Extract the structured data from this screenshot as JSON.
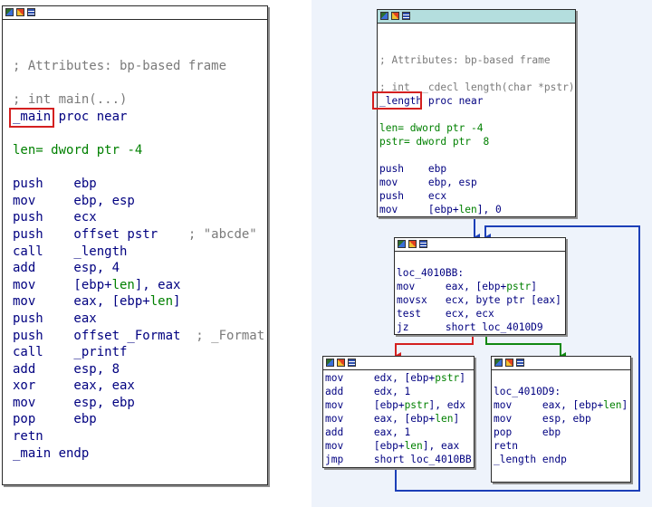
{
  "left_listing": {
    "lines": [
      [
        {
          "t": "; Attributes: bp-based frame",
          "c": "cmt"
        }
      ],
      [],
      [
        {
          "t": "; int main(...)",
          "c": "cmt"
        }
      ],
      [
        {
          "t": "_main",
          "c": "lbl"
        },
        {
          "t": " proc near",
          "c": "op"
        }
      ],
      [],
      [
        {
          "t": "len",
          "c": "var"
        },
        {
          "t": "= dword ptr -4",
          "c": "num"
        }
      ],
      [],
      [
        {
          "t": "push    ebp",
          "c": "op"
        }
      ],
      [
        {
          "t": "mov     ebp, esp",
          "c": "op"
        }
      ],
      [
        {
          "t": "push    ecx",
          "c": "op"
        }
      ],
      [
        {
          "t": "push    offset pstr",
          "c": "op"
        },
        {
          "t": "    ; \"abcde\"",
          "c": "cmt"
        }
      ],
      [
        {
          "t": "call    _length",
          "c": "op"
        }
      ],
      [
        {
          "t": "add     esp, 4",
          "c": "op"
        }
      ],
      [
        {
          "t": "mov     [ebp+",
          "c": "op"
        },
        {
          "t": "len",
          "c": "var"
        },
        {
          "t": "], eax",
          "c": "op"
        }
      ],
      [
        {
          "t": "mov     eax, [ebp+",
          "c": "op"
        },
        {
          "t": "len",
          "c": "var"
        },
        {
          "t": "]",
          "c": "op"
        }
      ],
      [
        {
          "t": "push    eax",
          "c": "op"
        }
      ],
      [
        {
          "t": "push    offset _Format",
          "c": "op"
        },
        {
          "t": "  ; _Format",
          "c": "cmt"
        }
      ],
      [
        {
          "t": "call    _printf",
          "c": "op"
        }
      ],
      [
        {
          "t": "add     esp, 8",
          "c": "op"
        }
      ],
      [
        {
          "t": "xor     eax, eax",
          "c": "op"
        }
      ],
      [
        {
          "t": "mov     esp, ebp",
          "c": "op"
        }
      ],
      [
        {
          "t": "pop     ebp",
          "c": "op"
        }
      ],
      [
        {
          "t": "retn",
          "c": "op"
        }
      ],
      [
        {
          "t": "_main endp",
          "c": "op"
        }
      ]
    ]
  },
  "graph_blocks": {
    "entry": {
      "lines": [
        [
          {
            "t": "; Attributes: bp-based frame",
            "c": "cmt"
          }
        ],
        [],
        [
          {
            "t": "; int __cdecl length(char *pstr)",
            "c": "cmt"
          }
        ],
        [
          {
            "t": "_length",
            "c": "lbl"
          },
          {
            "t": " proc near",
            "c": "op"
          }
        ],
        [],
        [
          {
            "t": "len",
            "c": "var"
          },
          {
            "t": "= dword ptr -4",
            "c": "num"
          }
        ],
        [
          {
            "t": "pstr",
            "c": "var"
          },
          {
            "t": "= dword ptr  8",
            "c": "num"
          }
        ],
        [],
        [
          {
            "t": "push    ebp",
            "c": "op"
          }
        ],
        [
          {
            "t": "mov     ebp, esp",
            "c": "op"
          }
        ],
        [
          {
            "t": "push    ecx",
            "c": "op"
          }
        ],
        [
          {
            "t": "mov     [ebp+",
            "c": "op"
          },
          {
            "t": "len",
            "c": "var"
          },
          {
            "t": "], 0",
            "c": "op"
          }
        ]
      ]
    },
    "loop": {
      "lines": [
        [],
        [
          {
            "t": "loc_4010BB:",
            "c": "op"
          }
        ],
        [
          {
            "t": "mov     eax, [ebp+",
            "c": "op"
          },
          {
            "t": "pstr",
            "c": "var"
          },
          {
            "t": "]",
            "c": "op"
          }
        ],
        [
          {
            "t": "movsx   ecx, byte ptr [eax]",
            "c": "op"
          }
        ],
        [
          {
            "t": "test    ecx, ecx",
            "c": "op"
          }
        ],
        [
          {
            "t": "jz      short loc_4010D9",
            "c": "op"
          }
        ]
      ]
    },
    "body": {
      "lines": [
        [
          {
            "t": "mov     edx, [ebp+",
            "c": "op"
          },
          {
            "t": "pstr",
            "c": "var"
          },
          {
            "t": "]",
            "c": "op"
          }
        ],
        [
          {
            "t": "add     edx, 1",
            "c": "op"
          }
        ],
        [
          {
            "t": "mov     [ebp+",
            "c": "op"
          },
          {
            "t": "pstr",
            "c": "var"
          },
          {
            "t": "], edx",
            "c": "op"
          }
        ],
        [
          {
            "t": "mov     eax, [ebp+",
            "c": "op"
          },
          {
            "t": "len",
            "c": "var"
          },
          {
            "t": "]",
            "c": "op"
          }
        ],
        [
          {
            "t": "add     eax, 1",
            "c": "op"
          }
        ],
        [
          {
            "t": "mov     [ebp+",
            "c": "op"
          },
          {
            "t": "len",
            "c": "var"
          },
          {
            "t": "], eax",
            "c": "op"
          }
        ],
        [
          {
            "t": "jmp     short loc_4010BB",
            "c": "op"
          }
        ]
      ]
    },
    "exit": {
      "lines": [
        [],
        [
          {
            "t": "loc_4010D9:",
            "c": "op"
          }
        ],
        [
          {
            "t": "mov     eax, [ebp+",
            "c": "op"
          },
          {
            "t": "len",
            "c": "var"
          },
          {
            "t": "]",
            "c": "op"
          }
        ],
        [
          {
            "t": "mov     esp, ebp",
            "c": "op"
          }
        ],
        [
          {
            "t": "pop     ebp",
            "c": "op"
          }
        ],
        [
          {
            "t": "retn",
            "c": "op"
          }
        ],
        [
          {
            "t": "_length endp",
            "c": "op"
          }
        ]
      ]
    }
  },
  "icons": [
    "graph-icon",
    "edit-icon",
    "text-view-icon"
  ],
  "colors": {
    "instruction": "#000080",
    "comment": "#7a7a7a",
    "variable": "#008000",
    "highlight_box": "#d42020",
    "edge_normal": "#1c3fb8",
    "edge_false": "#d42020",
    "edge_true": "#118811",
    "active_titlebar": "#b4dede"
  }
}
